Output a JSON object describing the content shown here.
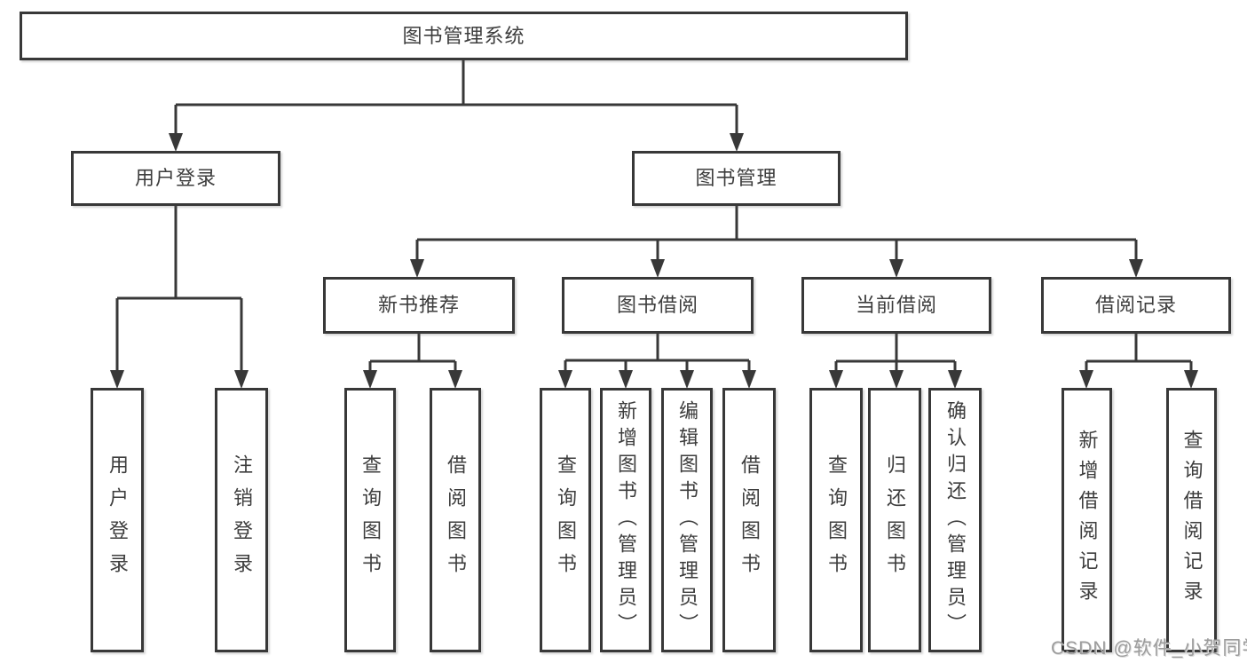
{
  "title": "图书管理系统",
  "diagram": {
    "root": {
      "label": "图书管理系统"
    },
    "branches": [
      {
        "label": "用户登录",
        "children": [
          {
            "label": "用户登录"
          },
          {
            "label": "注销登录"
          }
        ]
      },
      {
        "label": "图书管理",
        "groups": [
          {
            "label": "新书推荐",
            "children": [
              {
                "label": "查询图书"
              },
              {
                "label": "借阅图书"
              }
            ]
          },
          {
            "label": "图书借阅",
            "children": [
              {
                "label": "查询图书"
              },
              {
                "label": "新增图书（管理员）"
              },
              {
                "label": "编辑图书（管理员）"
              },
              {
                "label": "借阅图书"
              }
            ]
          },
          {
            "label": "当前借阅",
            "children": [
              {
                "label": "查询图书"
              },
              {
                "label": "归还图书"
              },
              {
                "label": "确认归还（管理员）"
              }
            ]
          },
          {
            "label": "借阅记录",
            "children": [
              {
                "label": "新增借阅记录"
              },
              {
                "label": "查询借阅记录"
              }
            ]
          }
        ]
      }
    ]
  },
  "watermark": {
    "text": "CSDN @软件_小贺同学"
  },
  "colors": {
    "line": "#383838",
    "text": "#3d3d3d",
    "box_background": "#ffffff",
    "watermark": "#9c9c9c",
    "page_background": "#ffffff"
  }
}
